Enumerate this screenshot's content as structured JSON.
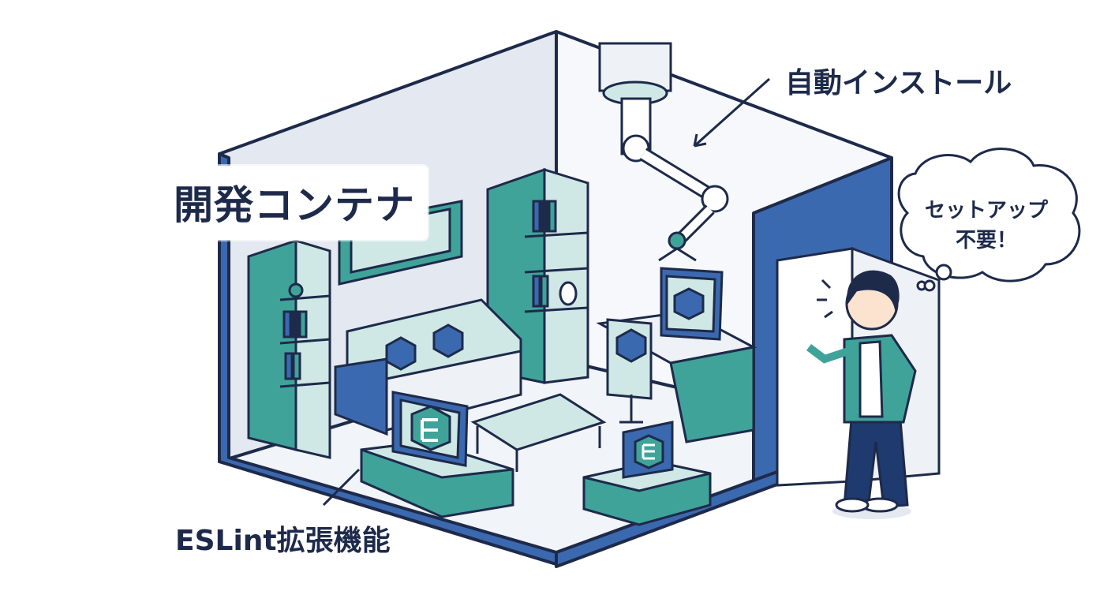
{
  "labels": {
    "container_title": "開発コンテナ",
    "auto_install": "自動インストール",
    "eslint_extension": "ESLint拡張機能",
    "speech_line1": "セットアップ",
    "speech_line2": "不要！"
  },
  "colors": {
    "outline": "#1e2a4a",
    "wall_blue": "#3b69b0",
    "teal": "#3fa39a",
    "light_teal": "#cfe8e6",
    "floor": "#f1f4f8",
    "back_wall": "#e4e8f0",
    "right_wall": "#f6f8fb"
  },
  "icons": [
    "docker-like-hex-icon",
    "eslint-e-icon",
    "robot-arm",
    "person"
  ]
}
